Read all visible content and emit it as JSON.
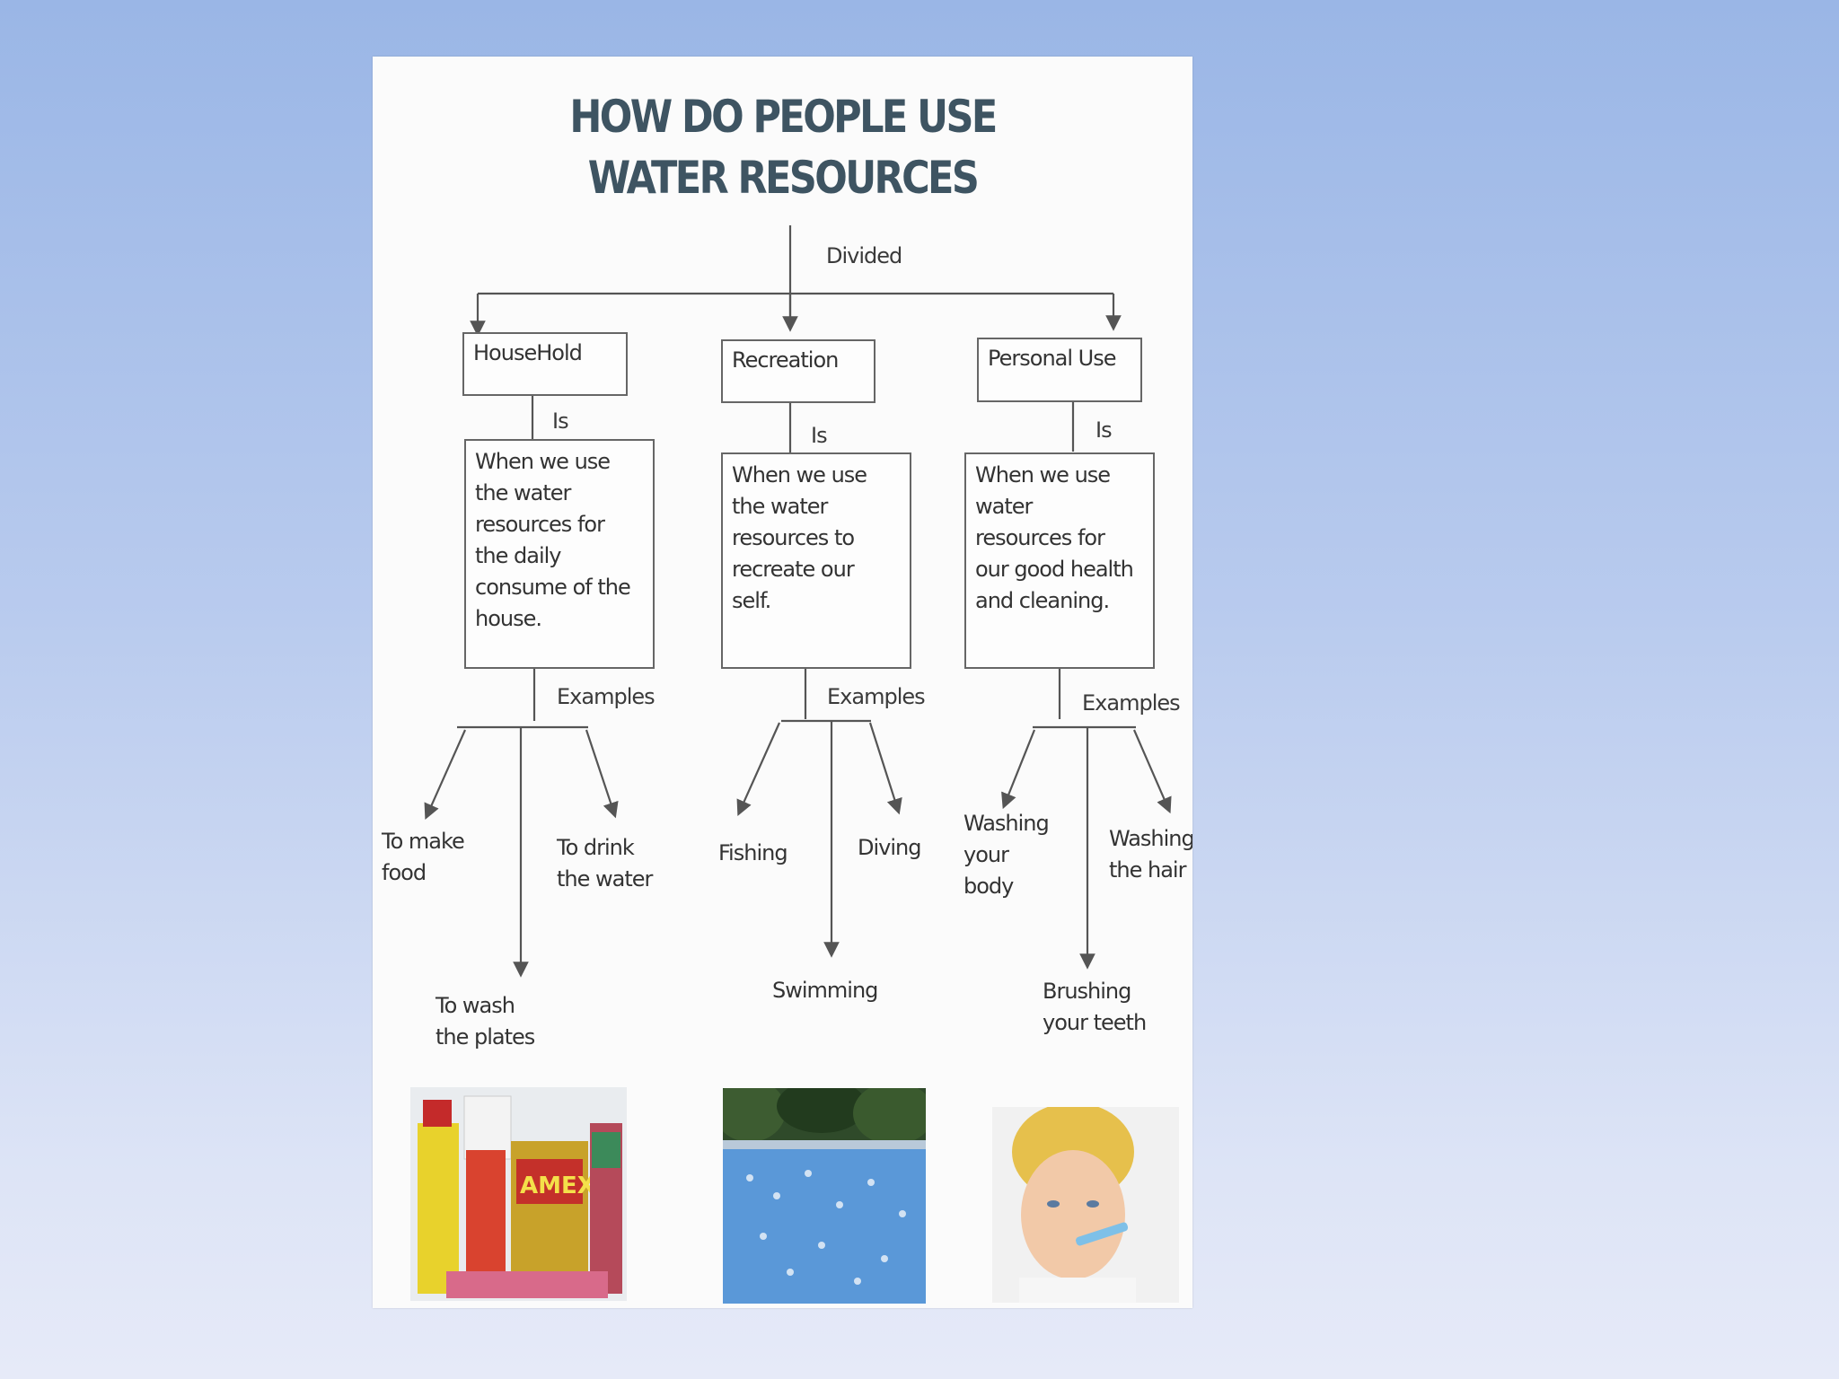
{
  "title": {
    "line1": "HOW DO PEOPLE USE",
    "line2": "WATER RESOURCES"
  },
  "connector_labels": {
    "divided": "Divided",
    "is": "Is",
    "examples": "Examples"
  },
  "categories": [
    {
      "name": "HouseHold",
      "definition": "When we use\nthe water\nresources for\nthe daily\nconsume of the\nhouse.",
      "examples": [
        "To make\nfood",
        "To drink\nthe water",
        "To wash\nthe plates"
      ]
    },
    {
      "name": "Recreation",
      "definition": "When we use\nthe water\nresources to\nrecreate our\nself.",
      "examples": [
        "Fishing",
        "Diving",
        "Swimming"
      ]
    },
    {
      "name": "Personal Use",
      "definition": "When we use\nwater\nresources for\nour good health\nand cleaning.",
      "examples": [
        "Washing\nyour\nbody",
        "Washing\nthe hair",
        "Brushing\nyour teeth"
      ]
    }
  ],
  "photos": {
    "household_brand_text": "AMEX"
  },
  "colors": {
    "background_top": "#9ab6e6",
    "background_bottom": "#e6eaf8",
    "poster": "#fbfbfb",
    "title": "#3e5462",
    "lines": "#555555"
  }
}
